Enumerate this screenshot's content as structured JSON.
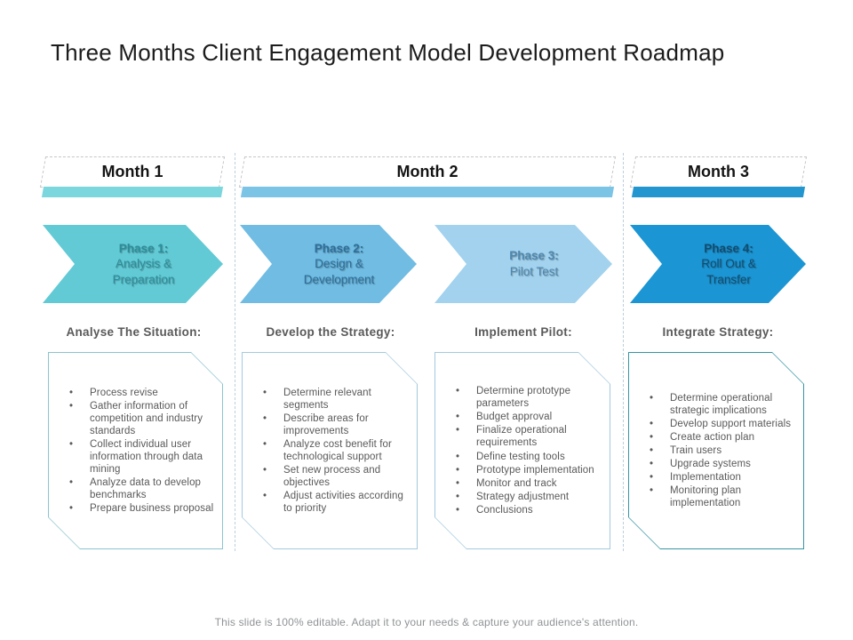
{
  "slide": {
    "title": "Three Months Client Engagement Model Development Roadmap",
    "footer": "This slide is 100% editable. Adapt it to your needs & capture your audience's attention."
  },
  "months": [
    {
      "label": "Month 1",
      "bar_color": "#7cd6dd"
    },
    {
      "label": "Month 2",
      "bar_color": "#7cc4e6"
    },
    {
      "label": "Month 3",
      "bar_color": "#2496cf"
    }
  ],
  "phases": [
    {
      "name": "Phase 1:",
      "subtitle": "Analysis & Preparation",
      "fill": "#62cad5",
      "text_color": "#2c8e9c"
    },
    {
      "name": "Phase 2:",
      "subtitle": "Design & Development",
      "fill": "#70bce2",
      "text_color": "#2d6f9b"
    },
    {
      "name": "Phase 3:",
      "subtitle": "Pilot Test",
      "fill": "#a2d2ee",
      "text_color": "#4f88ae"
    },
    {
      "name": "Phase 4:",
      "subtitle": "Roll Out & Transfer",
      "fill": "#1b95d3",
      "text_color": "#0e4e74"
    }
  ],
  "columns": [
    {
      "header": "Analyse The Situation:",
      "border_color": "#8cc3ce",
      "bullets": [
        "Process revise",
        "Gather information of competition and industry standards",
        "Collect individual user information through data mining",
        "Analyze data to develop benchmarks",
        "Prepare business proposal"
      ]
    },
    {
      "header": "Develop the Strategy:",
      "border_color": "#a3cade",
      "bullets": [
        "Determine relevant segments",
        "Describe areas for improvements",
        "Analyze cost benefit for technological support",
        "Set new process and objectives",
        "Adjust activities according to priority"
      ]
    },
    {
      "header": "Implement Pilot:",
      "border_color": "#a3cade",
      "bullets": [
        "Determine prototype parameters",
        "Budget approval",
        "Finalize operational requirements",
        "Define testing tools",
        "Prototype implementation",
        "Monitor and track",
        "Strategy adjustment",
        "Conclusions"
      ]
    },
    {
      "header": "Integrate Strategy:",
      "border_color": "#3794a4",
      "bullets": [
        "Determine operational strategic implications",
        "Develop support materials",
        "Create action plan",
        "Train users",
        "Upgrade systems",
        "Implementation",
        "Monitoring plan implementation"
      ]
    }
  ]
}
